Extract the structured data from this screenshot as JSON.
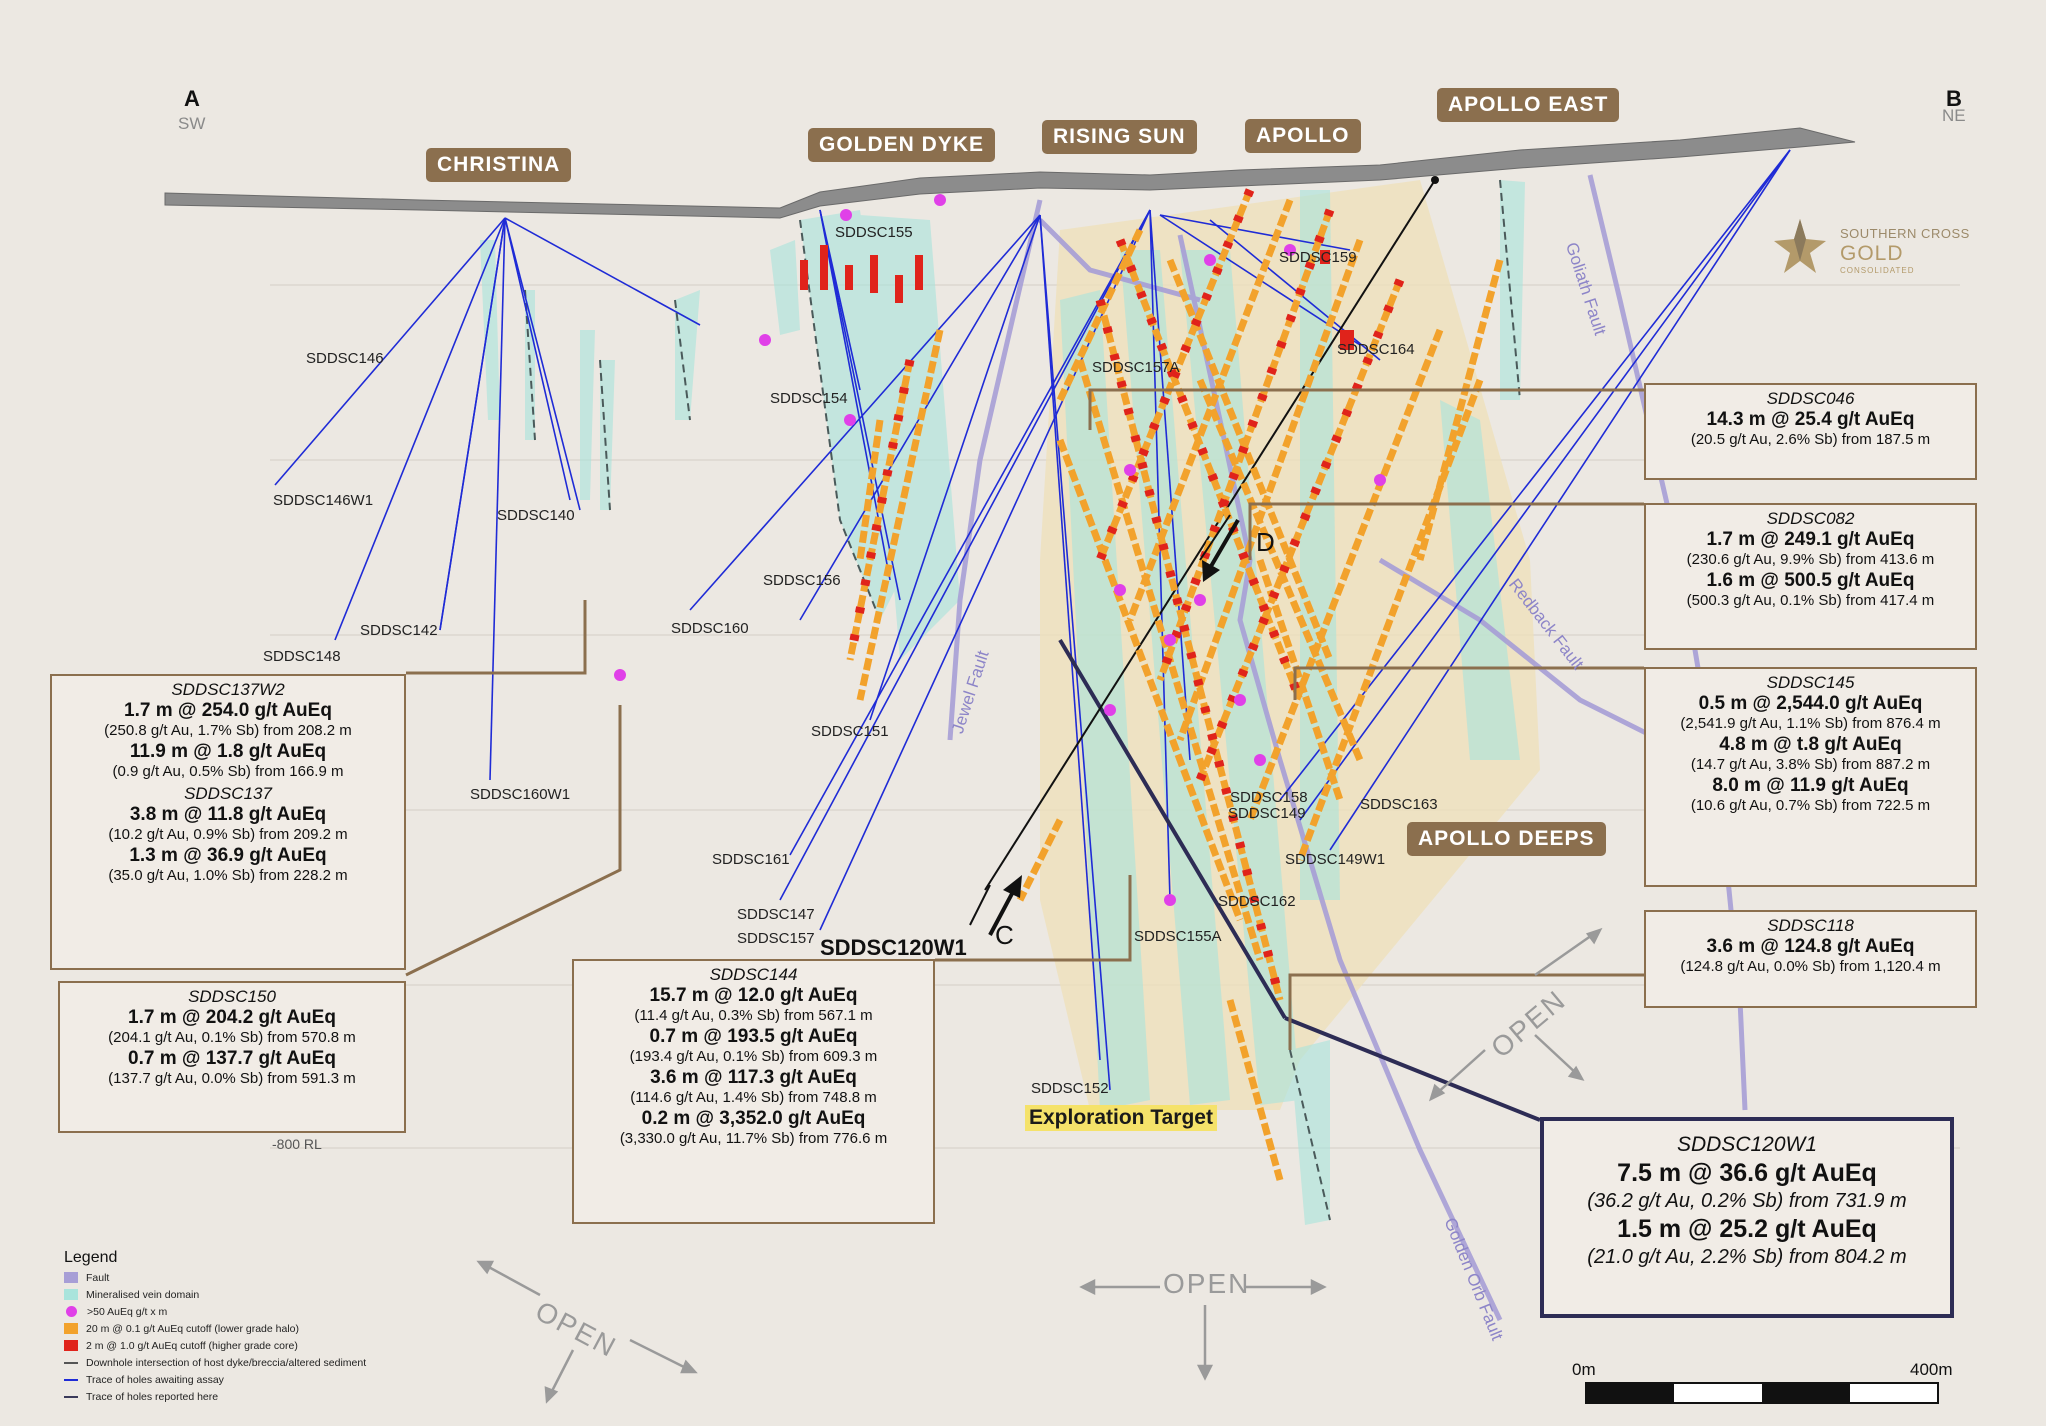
{
  "section": {
    "point_a": "A",
    "point_a_dir": "SW",
    "point_b": "B",
    "point_b_dir": "NE",
    "rl_label": "-800 RL",
    "exploration_target": "Exploration Target"
  },
  "prospects": [
    "CHRISTINA",
    "GOLDEN DYKE",
    "RISING SUN",
    "APOLLO",
    "APOLLO EAST",
    "APOLLO DEEPS"
  ],
  "logo": {
    "line1": "SOUTHERN CROSS",
    "line2": "GOLD",
    "line3": "CONSOLIDATED"
  },
  "holes": {
    "SDDSC146": "SDDSC146",
    "SDDSC146W1": "SDDSC146W1",
    "SDDSC140": "SDDSC140",
    "SDDSC142": "SDDSC142",
    "SDDSC148": "SDDSC148",
    "SDDSC160W1": "SDDSC160W1",
    "SDDSC155": "SDDSC155",
    "SDDSC154": "SDDSC154",
    "SDDSC156": "SDDSC156",
    "SDDSC160": "SDDSC160",
    "SDDSC151": "SDDSC151",
    "SDDSC161": "SDDSC161",
    "SDDSC147": "SDDSC147",
    "SDDSC157": "SDDSC157",
    "SDDSC120W1": "SDDSC120W1",
    "SDDSC157A": "SDDSC157A",
    "SDDSC159": "SDDSC159",
    "SDDSC164": "SDDSC164",
    "SDDSC158": "SDDSC158",
    "SDDSC149": "SDDSC149",
    "SDDSC163": "SDDSC163",
    "SDDSC149W1": "SDDSC149W1",
    "SDDSC162": "SDDSC162",
    "SDDSC155A": "SDDSC155A",
    "SDDSC152": "SDDSC152"
  },
  "markers": {
    "C": "C",
    "D": "D"
  },
  "faults": {
    "goliath": "Goliath Fault",
    "jewel": "Jewel Fault",
    "redback": "Redback Fault",
    "golden_orb": "Golden Orb Fault"
  },
  "open": {
    "left": "OPEN",
    "center": "OPEN",
    "right": "OPEN"
  },
  "callouts": {
    "sddsc046": {
      "hole": "SDDSC046",
      "lines": [
        {
          "t": "b",
          "v": "14.3 m @ 25.4 g/t AuEq"
        },
        {
          "t": "d",
          "v": "(20.5 g/t Au, 2.6% Sb) from 187.5 m"
        }
      ]
    },
    "sddsc082": {
      "hole": "SDDSC082",
      "lines": [
        {
          "t": "b",
          "v": "1.7 m @ 249.1 g/t AuEq"
        },
        {
          "t": "d",
          "v": "(230.6 g/t Au, 9.9% Sb) from 413.6 m"
        },
        {
          "t": "b",
          "v": "1.6 m @ 500.5 g/t AuEq"
        },
        {
          "t": "d",
          "v": "(500.3 g/t Au, 0.1% Sb) from 417.4 m"
        }
      ]
    },
    "sddsc145": {
      "hole": "SDDSC145",
      "lines": [
        {
          "t": "b",
          "v": "0.5 m @ 2,544.0 g/t AuEq"
        },
        {
          "t": "d",
          "v": "(2,541.9 g/t Au, 1.1% Sb) from 876.4 m"
        },
        {
          "t": "b",
          "v": "4.8 m @ t.8 g/t AuEq"
        },
        {
          "t": "d",
          "v": "(14.7 g/t Au, 3.8% Sb) from 887.2 m"
        },
        {
          "t": "b",
          "v": "8.0 m @ 11.9 g/t AuEq"
        },
        {
          "t": "d",
          "v": "(10.6 g/t Au, 0.7% Sb) from 722.5 m"
        }
      ]
    },
    "sddsc118": {
      "hole": "SDDSC118",
      "lines": [
        {
          "t": "b",
          "v": "3.6 m @ 124.8 g/t AuEq"
        },
        {
          "t": "d",
          "v": "(124.8 g/t Au, 0.0% Sb) from 1,120.4 m"
        }
      ]
    },
    "sddsc137w2": {
      "hole": "SDDSC137W2",
      "lines": [
        {
          "t": "b",
          "v": "1.7 m @ 254.0 g/t AuEq"
        },
        {
          "t": "d",
          "v": "(250.8 g/t Au, 1.7% Sb) from 208.2 m"
        },
        {
          "t": "b",
          "v": "11.9 m @ 1.8 g/t AuEq"
        },
        {
          "t": "d",
          "v": "(0.9 g/t Au, 0.5% Sb) from 166.9 m"
        },
        {
          "t": "h",
          "v": "SDDSC137"
        },
        {
          "t": "b",
          "v": "3.8 m @ 11.8 g/t AuEq"
        },
        {
          "t": "d",
          "v": "(10.2 g/t Au, 0.9% Sb) from 209.2 m"
        },
        {
          "t": "b",
          "v": "1.3 m @ 36.9 g/t AuEq"
        },
        {
          "t": "d",
          "v": "(35.0 g/t Au, 1.0% Sb) from 228.2 m"
        }
      ]
    },
    "sddsc150": {
      "hole": "SDDSC150",
      "lines": [
        {
          "t": "b",
          "v": "1.7 m @ 204.2 g/t AuEq"
        },
        {
          "t": "d",
          "v": "(204.1 g/t Au, 0.1% Sb) from 570.8 m"
        },
        {
          "t": "b",
          "v": "0.7 m @ 137.7 g/t AuEq"
        },
        {
          "t": "d",
          "v": "(137.7 g/t Au, 0.0% Sb) from 591.3 m"
        }
      ]
    },
    "sddsc144": {
      "hole": "SDDSC144",
      "lines": [
        {
          "t": "b",
          "v": "15.7 m @ 12.0 g/t AuEq"
        },
        {
          "t": "d",
          "v": "(11.4 g/t Au, 0.3% Sb) from 567.1 m"
        },
        {
          "t": "b",
          "v": "0.7 m @ 193.5 g/t AuEq"
        },
        {
          "t": "d",
          "v": "(193.4 g/t Au, 0.1% Sb) from 609.3 m"
        },
        {
          "t": "b",
          "v": "3.6 m @ 117.3 g/t AuEq"
        },
        {
          "t": "d",
          "v": "(114.6 g/t Au, 1.4% Sb) from 748.8 m"
        },
        {
          "t": "b",
          "v": "0.2 m @ 3,352.0 g/t AuEq"
        },
        {
          "t": "d",
          "v": "(3,330.0 g/t Au, 11.7% Sb) from 776.6 m"
        }
      ]
    },
    "sddsc120w1": {
      "hole": "SDDSC120W1",
      "lines": [
        {
          "t": "b",
          "v": "7.5 m @ 36.6 g/t AuEq"
        },
        {
          "t": "d",
          "v": "(36.2 g/t Au, 0.2% Sb) from 731.9 m"
        },
        {
          "t": "b",
          "v": "1.5 m @ 25.2 g/t AuEq"
        },
        {
          "t": "d",
          "v": "(21.0 g/t Au, 2.2% Sb) from 804.2 m"
        }
      ]
    }
  },
  "legend": {
    "title": "Legend",
    "items": [
      {
        "kind": "swatch",
        "color": "#a79ed6",
        "label": "Fault"
      },
      {
        "kind": "swatch",
        "color": "#a9e4dc",
        "label": "Mineralised vein domain"
      },
      {
        "kind": "dot",
        "color": "#e040e8",
        "label": ">50 AuEq g/t x m"
      },
      {
        "kind": "swatch",
        "color": "#f2a22c",
        "label": "20 m @ 0.1 g/t AuEq cutoff (lower grade halo)"
      },
      {
        "kind": "swatch",
        "color": "#e0231b",
        "label": "2 m @ 1.0 g/t AuEq cutoff (higher grade core)"
      },
      {
        "kind": "line",
        "color": "#555555",
        "label": "Downhole intersection of host dyke/breccia/altered sediment"
      },
      {
        "kind": "line",
        "color": "#1f2bd6",
        "label": "Trace of holes awaiting assay"
      },
      {
        "kind": "line",
        "color": "#3a3a5a",
        "label": "Trace of holes reported here"
      }
    ]
  },
  "scale": {
    "start": "0m",
    "end": "400m"
  },
  "colors": {
    "background": "#ece8e2",
    "box_border": "#8b6f4e",
    "highlight_border": "#2d2c55",
    "assay_trace": "#1f2bd6",
    "fault": "#a79ed6",
    "vein_domain": "#a9e4dc",
    "halo": "#f2a22c",
    "core": "#e0231b",
    "hot": "#e040e8",
    "target_zone": "#efe0b8"
  }
}
